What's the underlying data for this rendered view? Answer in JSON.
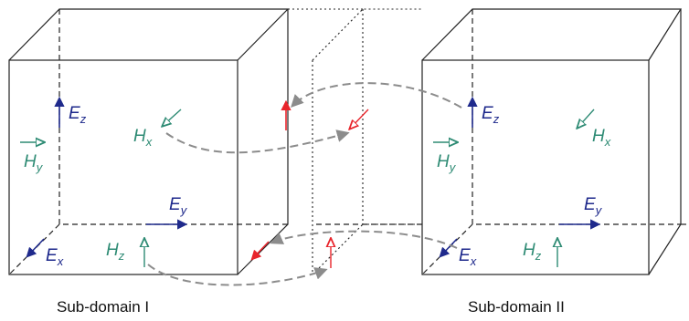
{
  "captions": {
    "left": "Sub-domain I",
    "right": "Sub-domain II"
  },
  "labels": {
    "ez_left": {
      "main": "E",
      "sub": "z"
    },
    "ey_left": {
      "main": "E",
      "sub": "y"
    },
    "ex_left": {
      "main": "E",
      "sub": "x"
    },
    "hx_left": {
      "main": "H",
      "sub": "x"
    },
    "hy_left": {
      "main": "H",
      "sub": "y"
    },
    "hz_left": {
      "main": "H",
      "sub": "z"
    },
    "ez_right": {
      "main": "E",
      "sub": "z"
    },
    "ey_right": {
      "main": "E",
      "sub": "y"
    },
    "ex_right": {
      "main": "E",
      "sub": "x"
    },
    "hx_right": {
      "main": "H",
      "sub": "x"
    },
    "hy_right": {
      "main": "H",
      "sub": "y"
    },
    "hz_right": {
      "main": "H",
      "sub": "z"
    }
  },
  "colors": {
    "e_field": "#1f2a8c",
    "h_field": "#2e8b74",
    "boundary": "#e8242b",
    "exchange_arrow": "#8c8c8c",
    "edges": "#222222"
  }
}
